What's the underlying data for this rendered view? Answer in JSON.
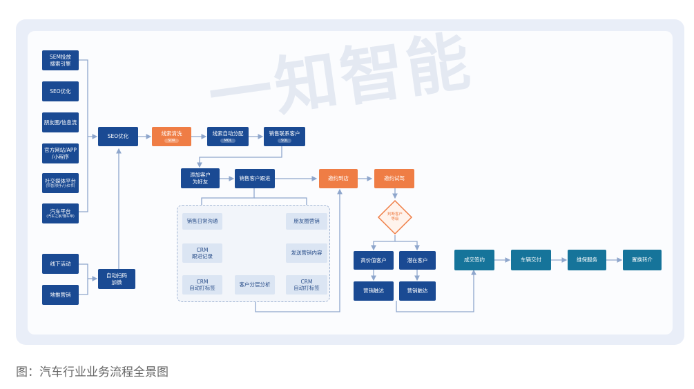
{
  "watermark": "一知智能",
  "caption": "图：汽车行业业务流程全景图",
  "sources": [
    {
      "l1": "SEM投放",
      "l2": "搜索引擎"
    },
    {
      "l1": "SEO优化"
    },
    {
      "l1": "朋友圈/信息流"
    },
    {
      "l1": "官方网站/APP",
      "l2": "/小程序"
    },
    {
      "l1": "社交媒体平台",
      "sub": "(抖音/快手/小红书)"
    },
    {
      "l1": "汽车平台",
      "sub": "(汽车之家/懂车帝)"
    },
    {
      "l1": "线下活动"
    },
    {
      "l1": "地推营销"
    }
  ],
  "seo_node": "SEO优化",
  "auto_scan": {
    "l1": "自动扫码",
    "l2": "加微"
  },
  "flow": {
    "clue_clean": {
      "label": "线索清洗",
      "tag": "SDR"
    },
    "clue_assign": {
      "label": "线索自动分配",
      "tag": "MQL"
    },
    "sales_contact": {
      "label": "销售联系客户",
      "tag": "SQL"
    },
    "add_friend": {
      "l1": "添加客户",
      "l2": "为好友"
    },
    "sales_follow": "销售客户跟进",
    "appointment": "邀约到店",
    "test_drive": "邀约试驾",
    "judge": {
      "l1": "判断客户",
      "l2": "等级"
    },
    "high_value": "高价值客户",
    "potential": "潜在客户",
    "mkt_reach_1": "营销触达",
    "mkt_reach_2": "营销触达",
    "deal": "成交签约",
    "delivery": "车辆交付",
    "maintenance": "维保服务",
    "replacement": "置换转介"
  },
  "crm_group": {
    "daily_comm": "销售日常沟通",
    "crm_track": {
      "l1": "CRM",
      "l2": "跟进记录"
    },
    "crm_tag_left": {
      "l1": "CRM",
      "l2": "自动打标签"
    },
    "moments": "朋友圈营销",
    "send_content": "发送营销内容",
    "crm_tag_right": {
      "l1": "CRM",
      "l2": "自动打标签"
    },
    "segment": "客户分层分析"
  },
  "colors": {
    "navy": "#1a4a93",
    "orange": "#ef7d45",
    "teal": "#16749a",
    "line": "#8ea6cc"
  }
}
